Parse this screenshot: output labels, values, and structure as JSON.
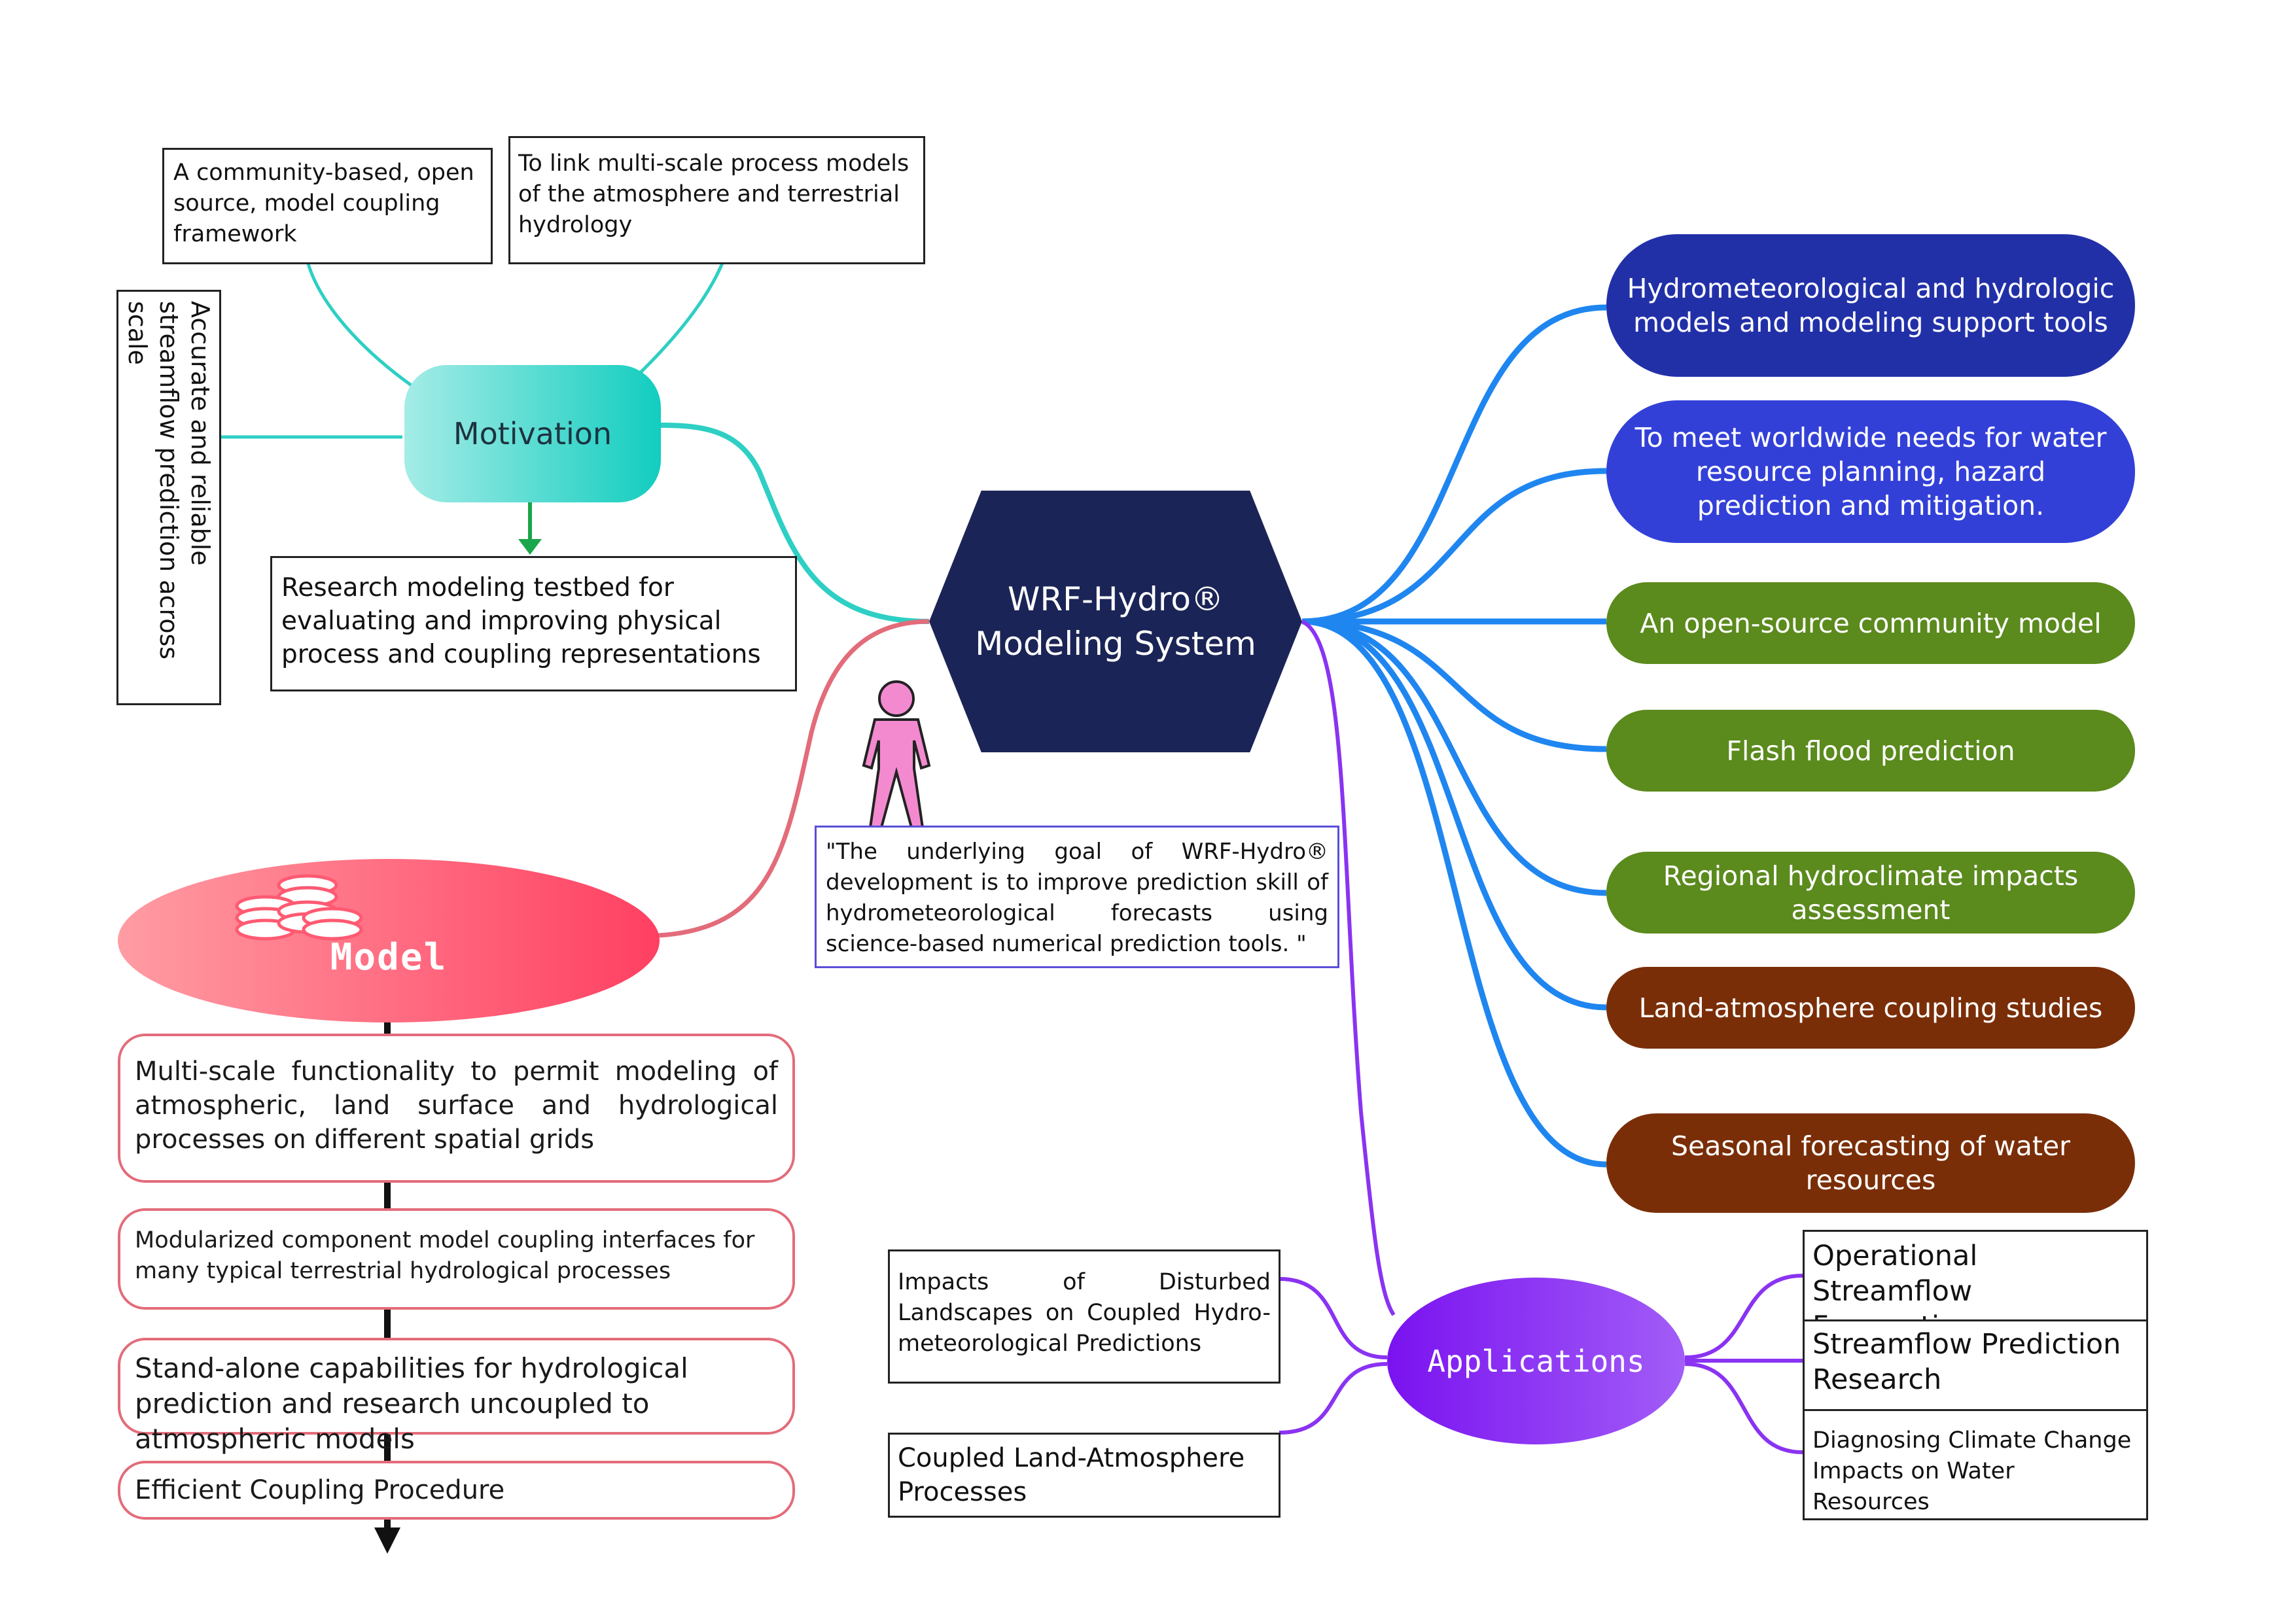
{
  "center": {
    "title_line1": "WRF-Hydro®",
    "title_line2": "Modeling System"
  },
  "motivation": {
    "label": "Motivation",
    "items": [
      "A community-based, open source, model coupling framework",
      "To link multi-scale process models of the atmosphere and terrestrial hydrology",
      "Accurate and reliable streamflow prediction across scale",
      "Research modeling testbed for evaluating and improving physical process and coupling representations"
    ]
  },
  "quote": "\"The underlying goal of WRF-Hydro® development is to improve prediction skill of hydrometeorological forecasts using science-based numerical prediction tools. \"",
  "model": {
    "label": "Model",
    "items": [
      "Multi-scale functionality to permit modeling of atmospheric, land surface and hydrological processes on different spatial grids",
      "Modularized component model coupling interfaces for many typical terrestrial hydrological processes",
      "Stand-alone capabilities for hydrological prediction and research uncoupled to atmospheric models",
      "Efficient Coupling Procedure"
    ]
  },
  "features": [
    "Hydrometeorological and hydrologic models and modeling support tools",
    "To meet worldwide needs for water resource planning, hazard prediction and mitigation.",
    "An open-source community model",
    "Flash flood prediction",
    "Regional hydroclimate impacts assessment",
    "Land-atmosphere coupling studies",
    "Seasonal forecasting of water resources"
  ],
  "applications": {
    "label": "Applications",
    "left": [
      "Impacts of Disturbed Landscapes on Coupled Hydro-meteorological Predictions",
      "Coupled Land-Atmosphere Processes"
    ],
    "right": [
      "Operational Streamflow Forecasting",
      "Streamflow Prediction Research",
      "Diagnosing Climate Change Impacts on Water Resources"
    ]
  },
  "icons": {
    "person": "person-icon",
    "coins": "coin-stack-icon"
  },
  "colors": {
    "center": "#1b2456",
    "motivation": "#2ecfc4",
    "model": "#f64f6a",
    "applications": "#8a33f2",
    "feature_navy": "#2230a8",
    "feature_blue": "#3340d8",
    "feature_green": "#5b8a1d",
    "feature_brown": "#7a2e08",
    "branch_blue": "#1f86f0"
  }
}
